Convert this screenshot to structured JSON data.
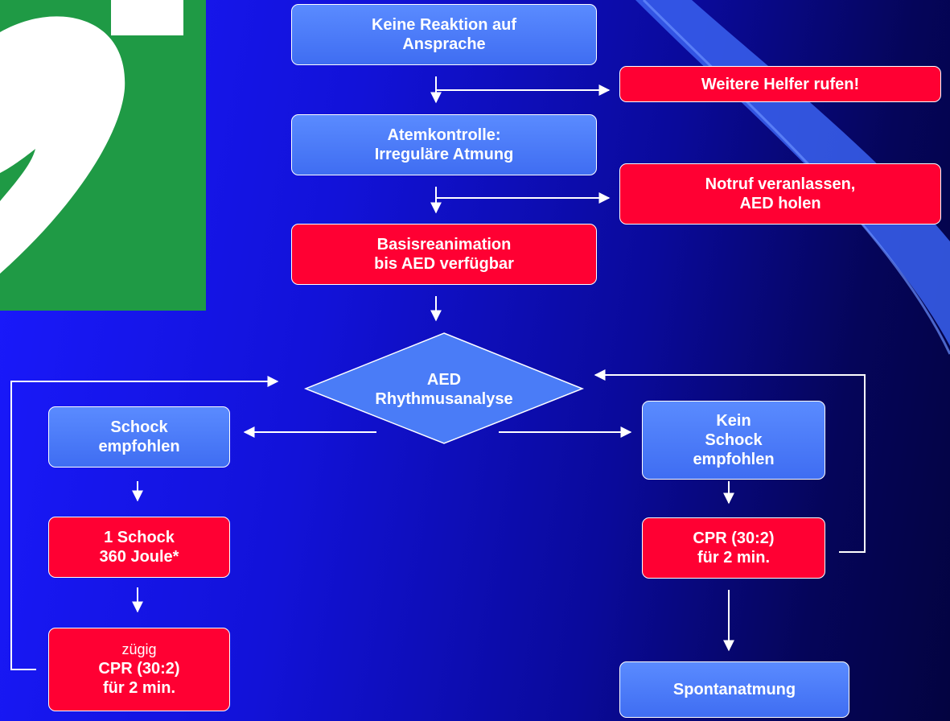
{
  "steps": {
    "no_response": [
      "Keine Reaktion auf",
      "Ansprache"
    ],
    "call_helpers": "Weitere Helfer rufen!",
    "breathing_check": [
      "Atemkontrolle:",
      "Irreguläre Atmung"
    ],
    "emergency_call": [
      "Notruf veranlassen,",
      "AED holen"
    ],
    "basic_cpr": [
      "Basisreanimation",
      "bis AED verfügbar"
    ],
    "rhythm_analysis": [
      "AED",
      "Rhythmusanalyse"
    ],
    "shock_advised": [
      "Schock",
      "empfohlen"
    ],
    "one_shock": [
      "1 Schock",
      "360 Joule*"
    ],
    "cpr_after_shock": {
      "note": "zügig",
      "lines": [
        "CPR (30:2)",
        "für 2 min."
      ]
    },
    "no_shock_advised": [
      "Kein",
      "Schock",
      "empfohlen"
    ],
    "cpr_no_shock": [
      "CPR (30:2)",
      "für 2 min."
    ],
    "spontaneous_breathing": "Spontanatmung"
  },
  "colors": {
    "blue_box": "#4a7cf7",
    "red_box": "#ff0033",
    "logo_green": "#1f9a45",
    "background": "#1212d8"
  },
  "icons": {
    "logo": "aed-heart-logo-icon"
  }
}
